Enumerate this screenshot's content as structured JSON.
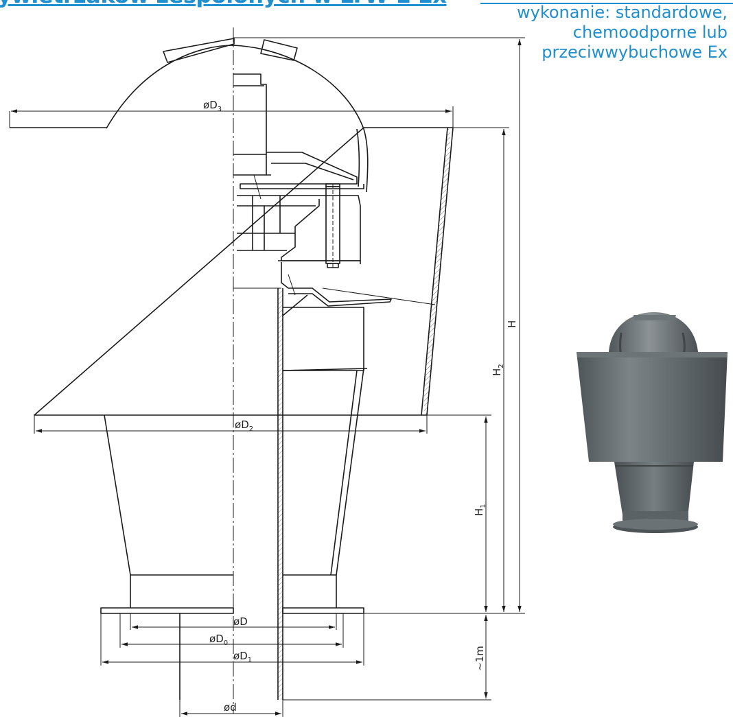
{
  "header": {
    "title": "ywietrzaków zespolonych w LTW-E Ex",
    "variants": [
      "wykonanie: standardowe,",
      "chemoodporne lub",
      "przeciwwybuchowe Ex"
    ]
  },
  "dimensions": {
    "D3": "D",
    "D3_sub": "3",
    "D2": "D",
    "D2_sub": "2",
    "D": "D",
    "D0": "D",
    "D0_sub": "0",
    "D1": "D",
    "D1_sub": "1",
    "d": "d",
    "H": "H",
    "H2": "H",
    "H2_sub": "2",
    "H1": "H",
    "H1_sub": "1",
    "depth": "~1m",
    "diameter_symbol": "ø"
  },
  "colors": {
    "accent": "#1f8fcf",
    "line": "#1a1a1a",
    "product": "#5f676b"
  }
}
